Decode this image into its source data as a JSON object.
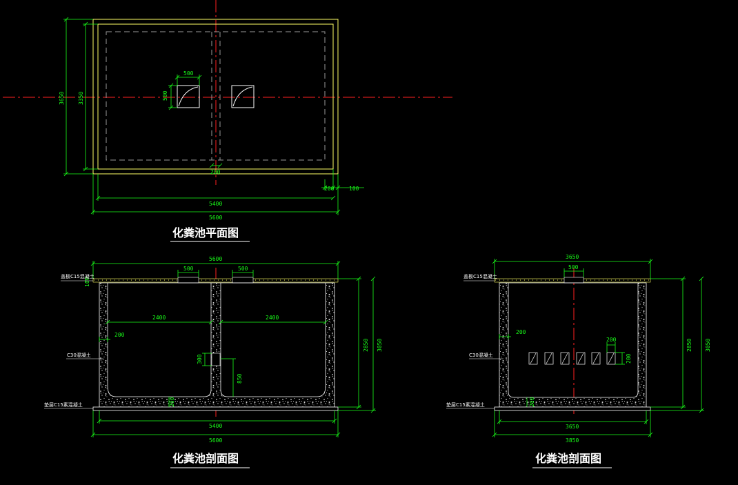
{
  "colors": {
    "background": "#000000",
    "dimension": "#19ff19",
    "outline": "#ffff66",
    "center_line": "#ff2020",
    "hidden_line": "#9a9a9a",
    "white": "#ffffff",
    "concrete": "#cfcfcf"
  },
  "plan": {
    "title": "化粪池平面图",
    "dims": {
      "opening_w": "500",
      "opening_h": "500",
      "inner_height": "3350",
      "outer_height": "3650",
      "wall_center": "200",
      "edge_200": "200",
      "edge_100": "100",
      "inner_width": "5400",
      "outer_width": "5600"
    }
  },
  "section_long": {
    "title": "化粪池剖面图",
    "labels": {
      "cover": "盖板C15混凝土",
      "wall": "C30混凝土",
      "base": "垫层C15素混凝土"
    },
    "dims": {
      "top_overall": "5600",
      "opening_left": "500",
      "opening_right": "500",
      "slab": "100",
      "chamber_left": "2400",
      "chamber_right": "2400",
      "wall_thickness": "200",
      "partition_opening": "300",
      "partition_height": "850",
      "inner_height": "2850",
      "outer_height": "3050",
      "bottom_inner": "5400",
      "bottom_outer": "5600",
      "floor_thickness": "200"
    }
  },
  "section_cross": {
    "title": "化粪池剖面图",
    "labels": {
      "cover": "盖板C15混凝土",
      "wall": "C30混凝土",
      "base": "垫层C15素混凝土"
    },
    "dims": {
      "top_overall": "3650",
      "opening": "500",
      "wall_thickness": "200",
      "hole_width": "200",
      "hole_height": "200",
      "floor_thickness": "200",
      "inner_height": "2850",
      "outer_height": "3050",
      "bottom_inner": "3650",
      "bottom_outer": "3850"
    }
  }
}
